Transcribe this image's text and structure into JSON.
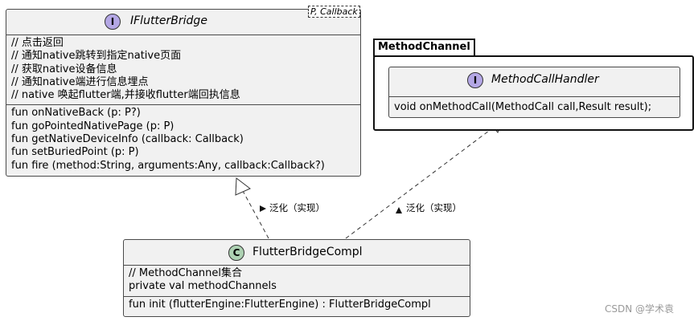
{
  "iflutterbridge": {
    "stereotype_letter": "I",
    "name": "IFlutterBridge",
    "type_params": "P, Callback",
    "comments": [
      "// 点击返回",
      "// 通知native跳转到指定native页面",
      "// 获取native设备信息",
      "// 通知native端进行信息埋点",
      "// native 唤起flutter端,并接收flutter端回执信息"
    ],
    "methods": [
      "fun onNativeBack (p: P?)",
      "fun goPointedNativePage (p: P)",
      "fun getNativeDeviceInfo (callback: Callback)",
      "fun setBuriedPoint (p: P)",
      "fun fire (method:String, arguments:Any, callback:Callback?)"
    ]
  },
  "package": {
    "name": "MethodChannel"
  },
  "methodcallhandler": {
    "stereotype_letter": "I",
    "name": "MethodCallHandler",
    "methods": [
      "void onMethodCall(MethodCall call,Result result);"
    ]
  },
  "flutterbridgecompl": {
    "stereotype_letter": "C",
    "name": "FlutterBridgeCompl",
    "fields": [
      "// MethodChannel集合",
      "private val methodChannels"
    ],
    "methods": [
      "fun init (flutterEngine:FlutterEngine) : FlutterBridgeCompl"
    ]
  },
  "relations": {
    "left_label": "泛化（实现）",
    "right_label": "泛化（实现）"
  },
  "watermark": "CSDN @学术袁",
  "colors": {
    "class_bg": "#f1f1f1",
    "interface_circle": "#b4a7e5",
    "class_circle": "#add1b2",
    "border": "#4a4a4a"
  }
}
